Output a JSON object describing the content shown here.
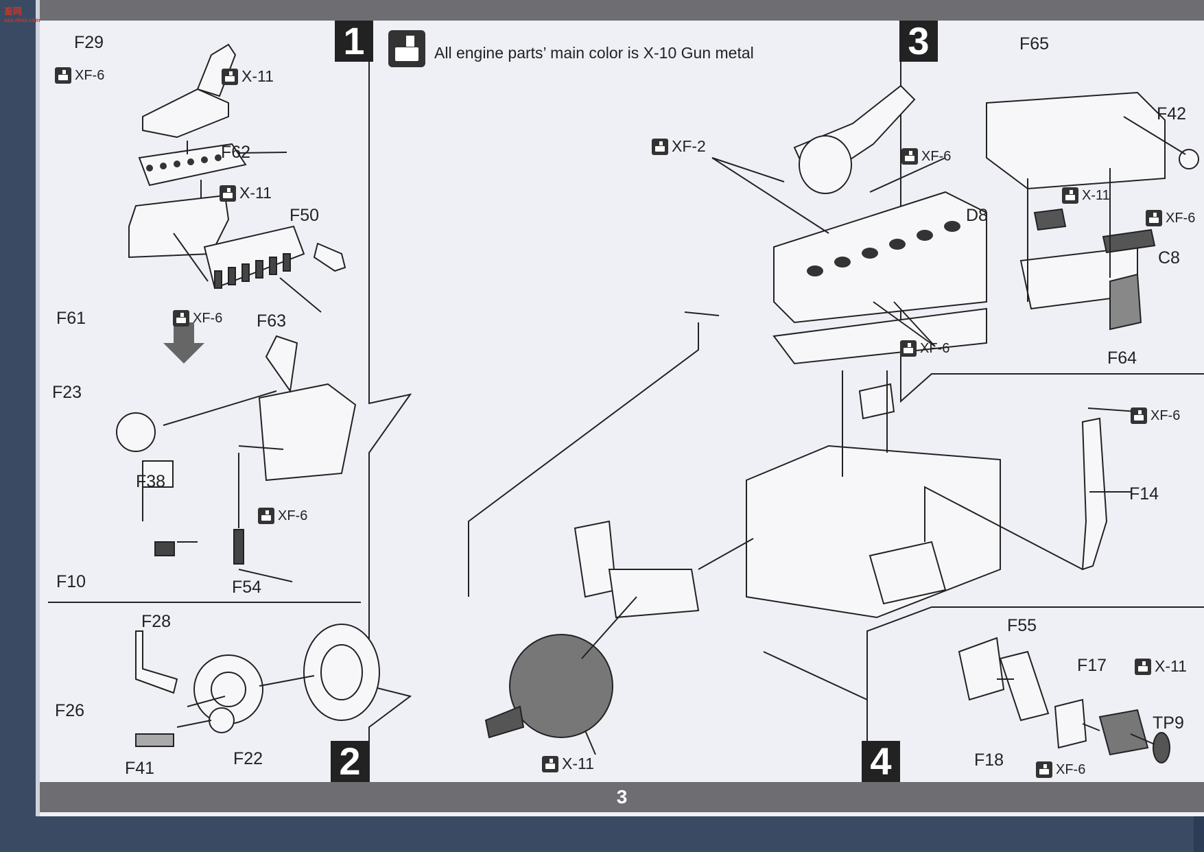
{
  "watermark": {
    "brand": "畜网",
    "url": "aaa.shaa.com"
  },
  "page_number": "3",
  "instruction": "All engine parts’ main color is X-10 Gun metal",
  "steps": {
    "s1": "1",
    "s2": "2",
    "s3": "3",
    "s4": "4"
  },
  "parts": {
    "F29": "F29",
    "F62": "F62",
    "F50": "F50",
    "F61": "F61",
    "F63": "F63",
    "F23": "F23",
    "F38": "F38",
    "F10": "F10",
    "F54": "F54",
    "F28": "F28",
    "F26": "F26",
    "F41": "F41",
    "F22": "F22",
    "F65": "F65",
    "F42": "F42",
    "D8": "D8",
    "C8": "C8",
    "F64": "F64",
    "F14": "F14",
    "F55": "F55",
    "F17": "F17",
    "TP9": "TP9",
    "F18": "F18"
  },
  "paints": {
    "xf6": "XF-6",
    "x11": "X-11",
    "xf2": "XF-2"
  },
  "colors": {
    "bar": "#6e6e72",
    "paper": "#eef0f6",
    "ink": "#222222"
  }
}
